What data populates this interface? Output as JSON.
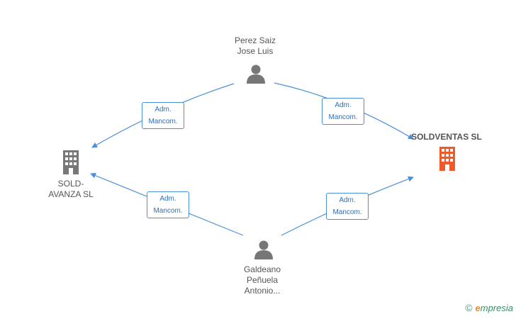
{
  "nodes": {
    "person_top": {
      "line1": "Perez Saiz",
      "line2": "Jose Luis"
    },
    "person_bottom": {
      "line1": "Galdeano",
      "line2": "Peñuela",
      "line3": "Antonio..."
    },
    "company_left": {
      "line1": "SOLD-",
      "line2": "AVANZA SL"
    },
    "company_right": {
      "line1": "SOLDVENTAS SL"
    }
  },
  "relations": {
    "top_left": {
      "line1": "Adm.",
      "line2": "Mancom."
    },
    "top_right": {
      "line1": "Adm.",
      "line2": "Mancom."
    },
    "bottom_left": {
      "line1": "Adm.",
      "line2": "Mancom."
    },
    "bottom_right": {
      "line1": "Adm.",
      "line2": "Mancom."
    }
  },
  "colors": {
    "edge": "#4a90d9",
    "person_icon": "#777777",
    "company_icon_gray": "#777777",
    "company_icon_orange": "#f0592a"
  },
  "watermark": {
    "symbol": "©",
    "brand_initial": "e",
    "brand_rest": "mpresia"
  }
}
